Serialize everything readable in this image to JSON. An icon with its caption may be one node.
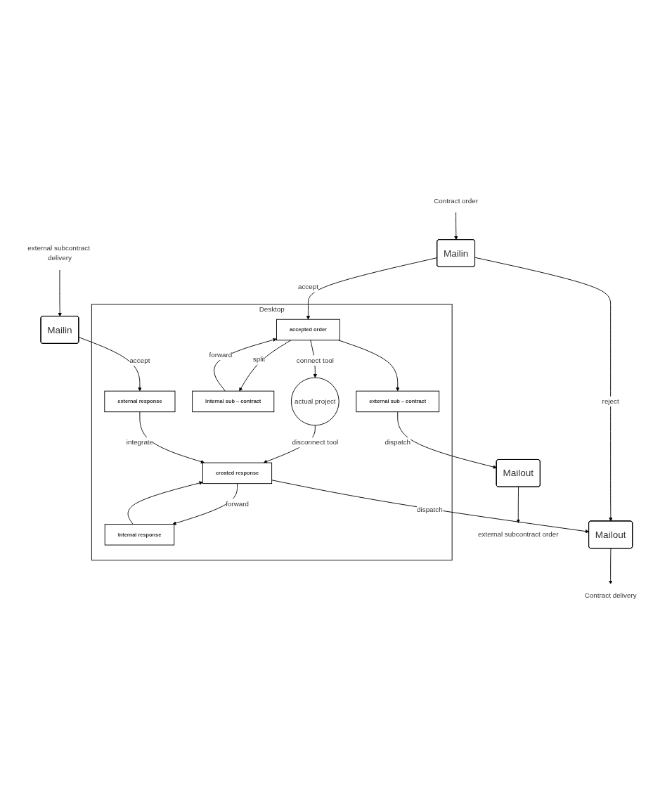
{
  "diagram": {
    "nodes": [
      {
        "text": [
          "Contract order"
        ]
      },
      {
        "text": [
          "Mailin"
        ]
      },
      {
        "text": [
          "Mailout"
        ]
      },
      {
        "text": [
          "Contract delivery"
        ]
      },
      {
        "text": [
          "Desktop"
        ]
      },
      {
        "text": [
          "accepted order"
        ],
        "in": 4
      },
      {
        "text": [
          "actual project"
        ],
        "in": 4
      },
      {
        "text": [
          "created response"
        ],
        "in": 4
      },
      {
        "text": [
          "Internal sub – contract"
        ],
        "in": 4
      },
      {
        "text": [
          "external sub – contract"
        ],
        "in": 4
      },
      {
        "text": [
          "external response"
        ],
        "in": 4
      },
      {
        "text": [
          "Internal response"
        ],
        "in": 4
      },
      {
        "text": [
          "Mailout"
        ]
      },
      {
        "text": [
          "external subcontract order"
        ]
      },
      {
        "text": [
          "Mailin"
        ]
      },
      {
        "text": [
          "external subcontract delivery"
        ]
      }
    ],
    "edges": [
      {
        "from": 0,
        "to": 1,
        "arrow": "to"
      },
      {
        "from": 1,
        "to": 2,
        "label": "reject",
        "arrow": "to"
      },
      {
        "from": 2,
        "to": 3,
        "arrow": "to"
      },
      {
        "from": 1,
        "to": 5,
        "label": "accept",
        "arrow": "to"
      },
      {
        "from": 5,
        "to": 6,
        "label": "connect tool",
        "arrow": "to"
      },
      {
        "from": 6,
        "to": 7,
        "label": "disconnect tool",
        "arrow": "to"
      },
      {
        "from": 7,
        "to": 2,
        "label": "dispatch",
        "arrow": "to"
      },
      {
        "from": 5,
        "to": 8,
        "label": "split",
        "arrow": "to"
      },
      {
        "from": 5,
        "to": 9,
        "arrow": "to"
      },
      {
        "from": 8,
        "to": 5,
        "label": "forward",
        "arrow": "to"
      },
      {
        "from": 7,
        "to": 11,
        "label": "forward",
        "arrow": "to"
      },
      {
        "from": 10,
        "to": 7,
        "label": "integrate",
        "arrow": "to"
      },
      {
        "from": 11,
        "to": 7,
        "arrow": "to"
      },
      {
        "from": 9,
        "to": 12,
        "label": "dispatch",
        "arrow": "to"
      },
      {
        "from": 12,
        "to": 13,
        "arrow": "to"
      },
      {
        "from": 14,
        "to": 10,
        "label": "accept",
        "arrow": "to"
      },
      {
        "from": 15,
        "to": 14,
        "arrow": "to"
      }
    ]
  }
}
